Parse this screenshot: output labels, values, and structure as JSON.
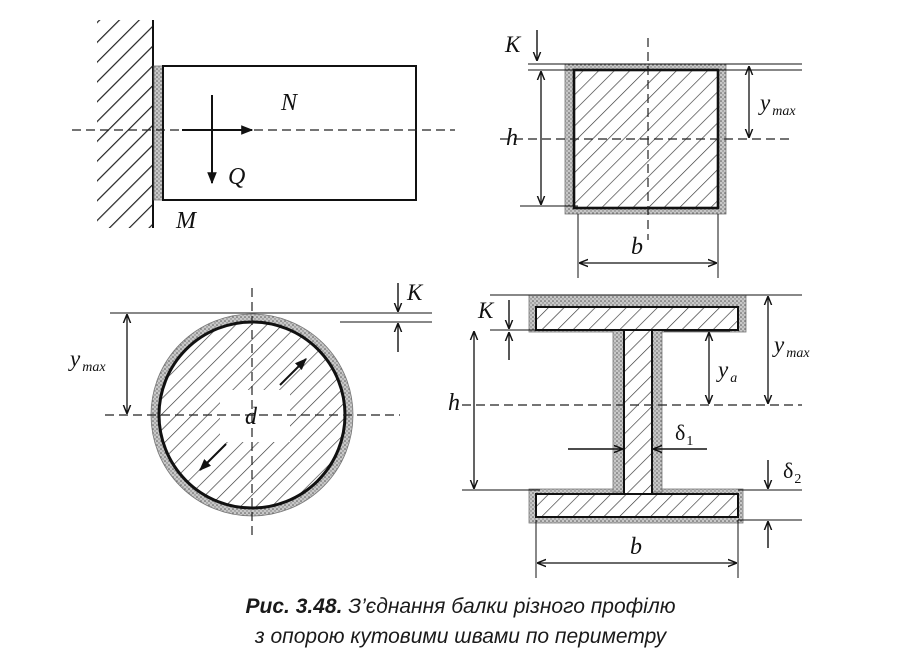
{
  "labels": {
    "N": "N",
    "Q": "Q",
    "M": "M",
    "K": "K",
    "h": "h",
    "b": "b",
    "d": "d",
    "y": "y",
    "max": "max",
    "a": "a",
    "delta": "δ",
    "one": "1",
    "two": "2"
  },
  "caption": {
    "figure_ref": "Рис. 3.48.",
    "line1_text": "З’єднання балки різного профілю",
    "line2_text": "з опорою кутовими швами по периметру"
  }
}
